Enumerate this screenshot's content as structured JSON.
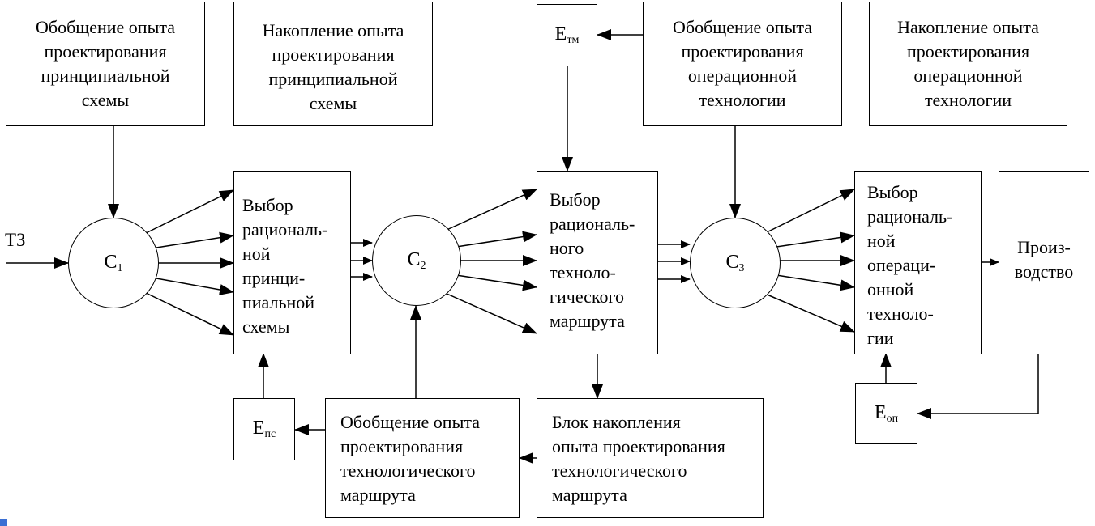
{
  "nodes": {
    "gen_principal": "Обобщение опыта\nпроектирования\nпринципиальной\nсхемы",
    "acc_principal": "Накопление опыта\nпроектирования\nпринципиальной\nсхемы",
    "gen_operational": "Обобщение опыта\nпроектирования\nоперационной\nтехнологии",
    "acc_operational": "Накопление опыта\nпроектирования\nоперационной\nтехнологии",
    "choose_scheme": "Выбор\nрациональ-\nной\nпринци-\nпиальной\nсхемы",
    "choose_route": "Выбор\nрациональ-\nного\nтехноло-\nгического\nмаршрута",
    "choose_operational": "Выбор\nрациональ-\nной\nопераци-\nонной\nтехноло-\nгии",
    "production": "Произ-\nводство",
    "gen_route": "Обобщение опыта\nпроектирования\nтехнологического\nмаршрута",
    "acc_route": "Блок накопления\nопыта проектирования\nтехнологического\nмаршрута",
    "tz": "ТЗ"
  },
  "circles": {
    "c1": {
      "main": "С",
      "sub": "1"
    },
    "c2": {
      "main": "С",
      "sub": "2"
    },
    "c3": {
      "main": "С",
      "sub": "3"
    }
  },
  "e_boxes": {
    "tm": {
      "main": "Е",
      "sub": "тм"
    },
    "ps": {
      "main": "Е",
      "sub": "пс"
    },
    "op": {
      "main": "Е",
      "sub": "оп"
    }
  }
}
